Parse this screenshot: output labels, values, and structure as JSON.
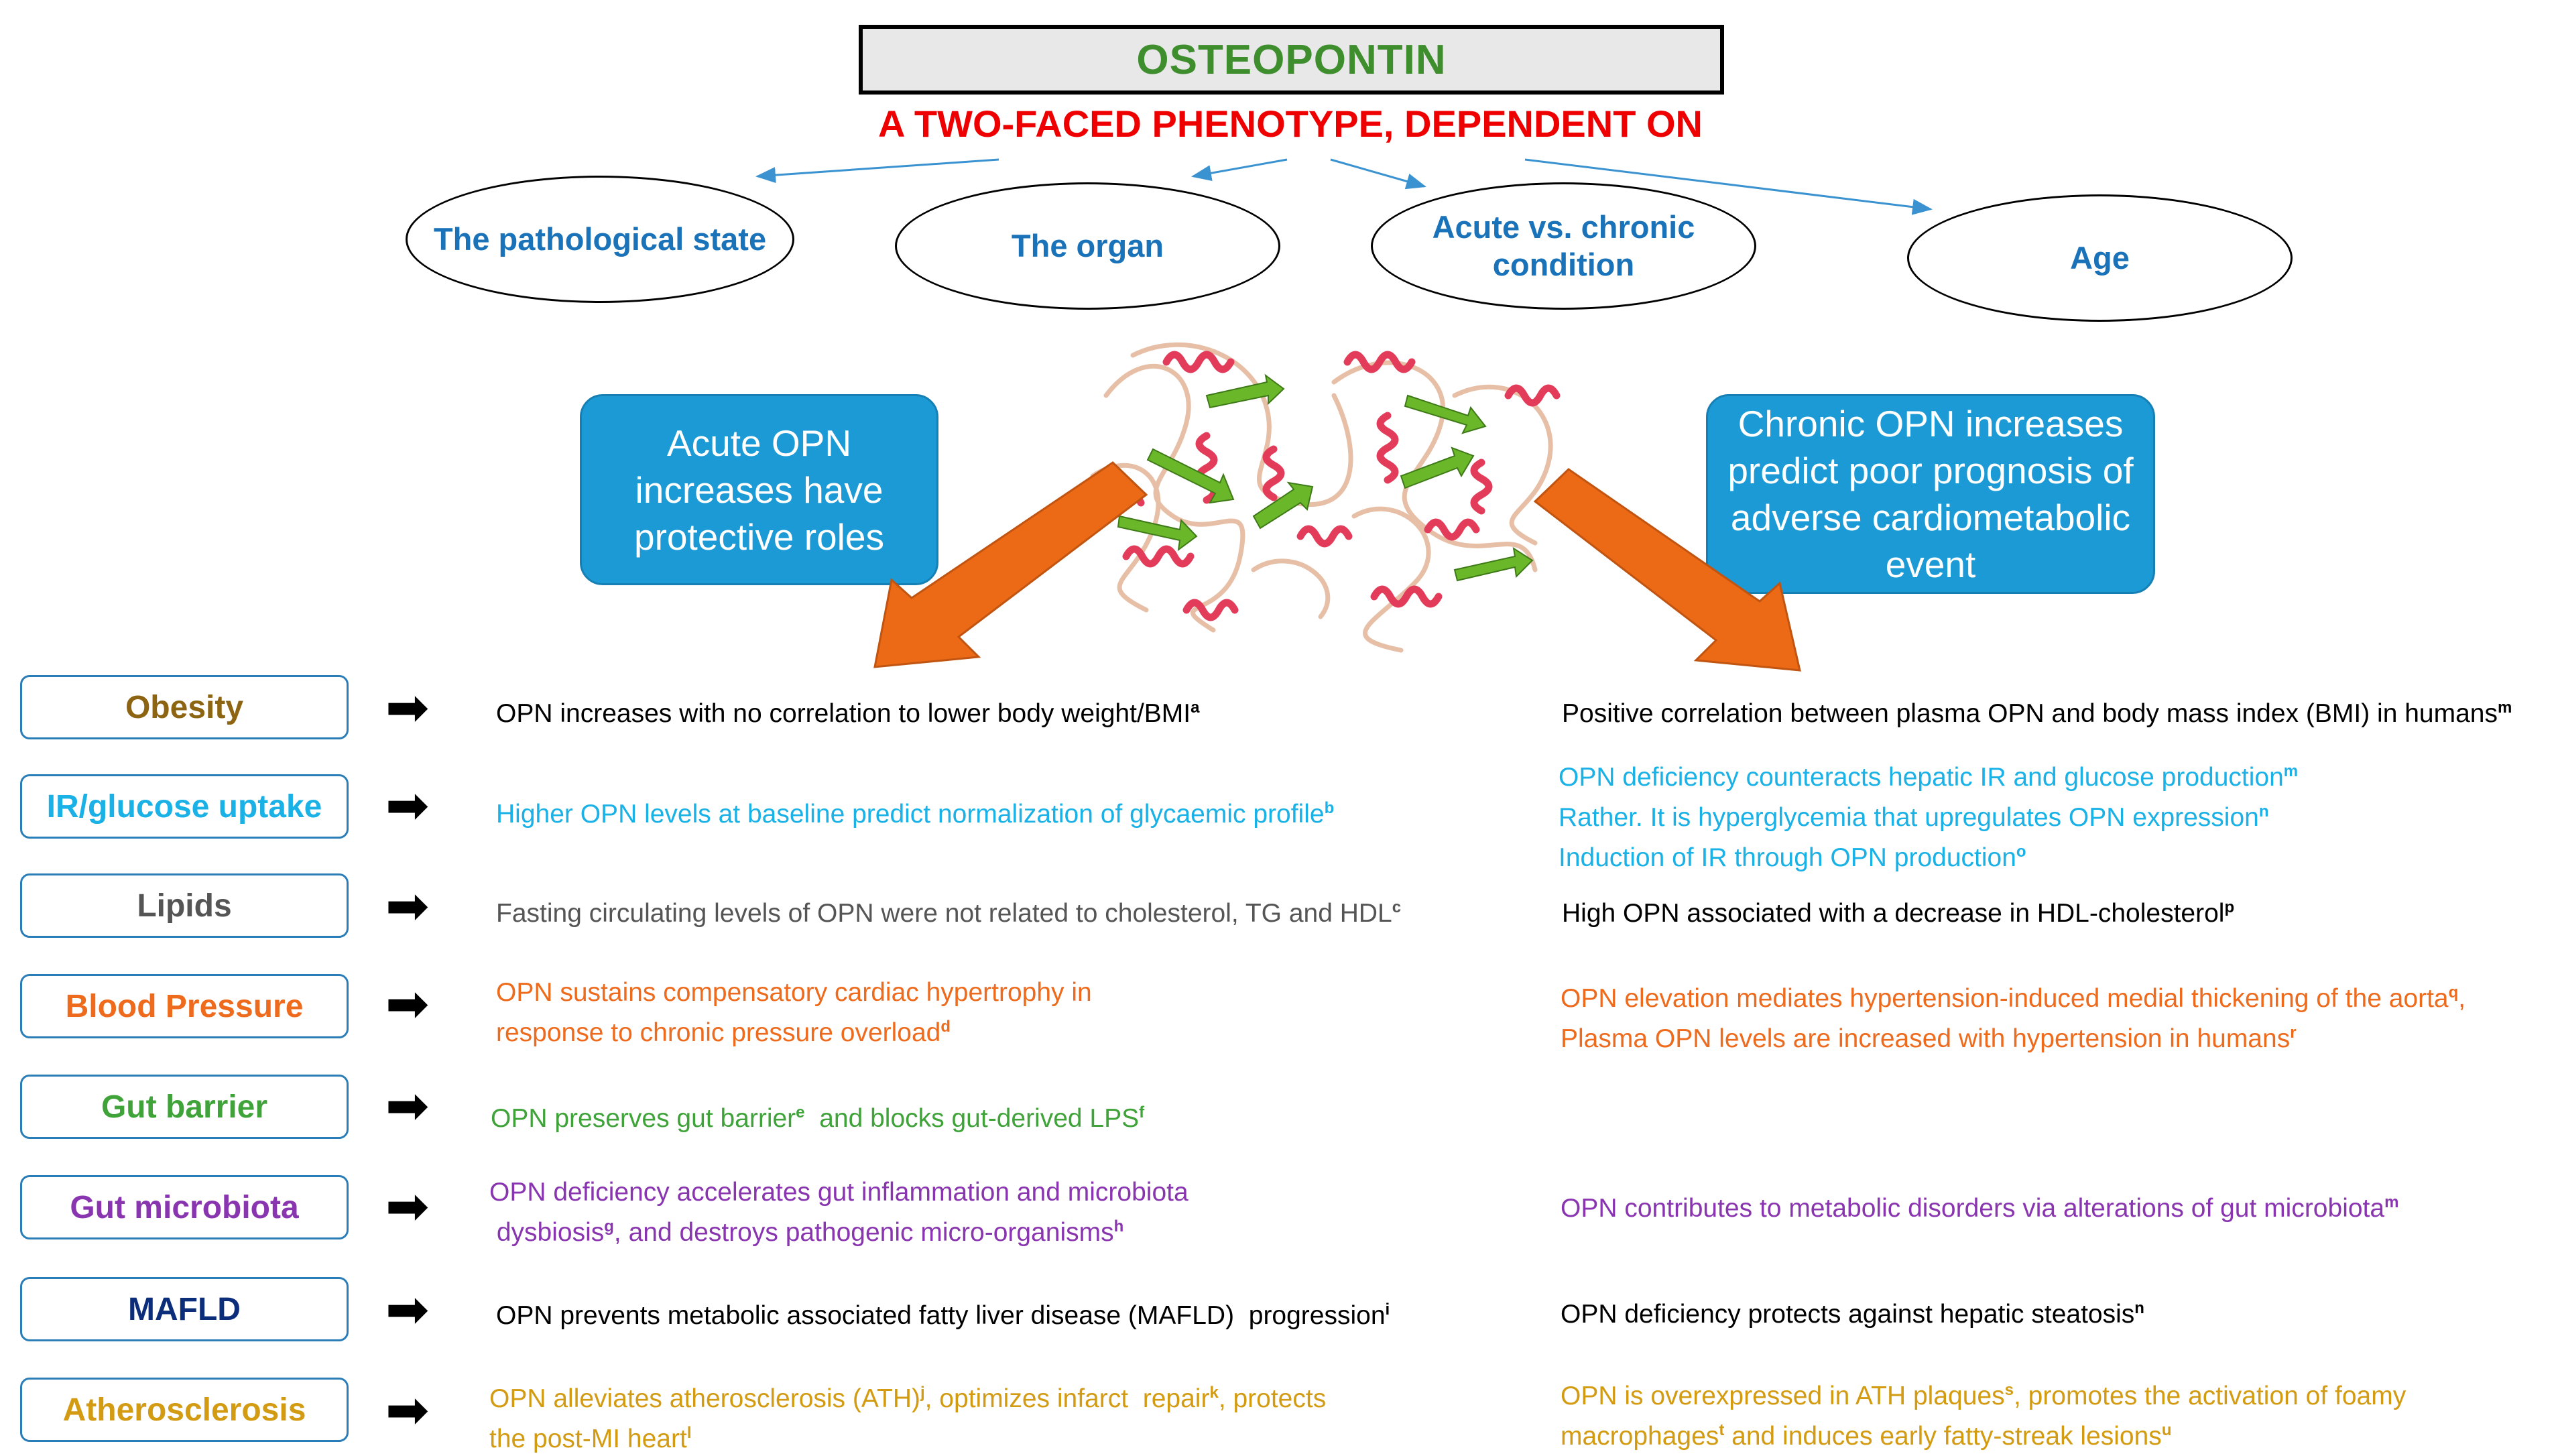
{
  "title": "OSTEOPONTIN",
  "subtitle": "A TWO-FACED PHENOTYPE, DEPENDENT ON",
  "factors": [
    "The pathological state",
    "The organ",
    "Acute vs. chronic condition",
    "Age"
  ],
  "acute_box": "Acute OPN increases have protective roles",
  "chronic_box": "Chronic OPN increases predict poor prognosis of adverse cardiometabolic  event",
  "rows": [
    {
      "category": "Obesity",
      "acute": [
        {
          "text": "OPN increases with no correlation to lower body weight/BMI",
          "sup": "a"
        }
      ],
      "chronic": [
        {
          "text": "Positive correlation between plasma OPN and body mass index (BMI) in humans",
          "sup": "m"
        }
      ]
    },
    {
      "category": "IR/glucose uptake",
      "acute": [
        {
          "text": "Higher OPN levels at baseline predict normalization of glycaemic profile",
          "sup": "b"
        }
      ],
      "chronic": [
        {
          "text": "OPN deficiency counteracts hepatic IR and glucose production",
          "sup": "m"
        },
        {
          "text": "Rather. It is hyperglycemia that upregulates OPN expression",
          "sup": "n"
        },
        {
          "text": "Induction of IR through OPN production",
          "sup": "o"
        }
      ]
    },
    {
      "category": "Lipids",
      "acute": [
        {
          "text": "Fasting circulating levels of OPN were not related to cholesterol, TG and HDL",
          "sup": "c"
        }
      ],
      "chronic": [
        {
          "text": "High OPN associated with a decrease in HDL-cholesterol",
          "sup": "p"
        }
      ]
    },
    {
      "category": "Blood Pressure",
      "acute": [
        {
          "text": "OPN sustains compensatory cardiac hypertrophy in",
          "sup": ""
        },
        {
          "text": "response to chronic pressure overload",
          "sup": "d"
        }
      ],
      "chronic": [
        {
          "text": "OPN elevation mediates hypertension-induced medial thickening of the aorta",
          "sup": "q",
          "after": ","
        },
        {
          "text": "Plasma OPN levels are increased with hypertension in humans",
          "sup": "r"
        }
      ]
    },
    {
      "category": "Gut barrier",
      "acute": [
        {
          "text": "OPN preserves gut barrier",
          "sup": "e",
          "after": "  and blocks gut-derived LPS",
          "sup2": "f"
        }
      ],
      "chronic": []
    },
    {
      "category": "Gut microbiota",
      "acute": [
        {
          "text": "OPN deficiency accelerates gut inflammation and microbiota",
          "sup": ""
        },
        {
          "text": " dysbiosis",
          "sup": "g",
          "after": ", and destroys pathogenic micro-organisms",
          "sup2": "h"
        }
      ],
      "chronic": [
        {
          "text": "OPN contributes to metabolic disorders via alterations of gut microbiota",
          "sup": "m"
        }
      ]
    },
    {
      "category": "MAFLD",
      "acute": [
        {
          "text": "OPN prevents metabolic associated fatty liver disease (MAFLD)  progression",
          "sup": "i"
        }
      ],
      "chronic": [
        {
          "text": "OPN deficiency protects against hepatic steatosis",
          "sup": "n"
        }
      ]
    },
    {
      "category": "Atherosclerosis",
      "acute": [
        {
          "text": "OPN alleviates atherosclerosis (ATH)",
          "sup": "j",
          "after": ", optimizes infarct  repair",
          "sup2": "k",
          "after2": ", protects"
        },
        {
          "text": "the post-MI heart",
          "sup": "l"
        }
      ],
      "chronic": [
        {
          "text": "OPN is overexpressed in ATH plaques",
          "sup": "s",
          "after": ", promotes the activation of foamy"
        },
        {
          "text": "macrophages",
          "sup": "t",
          "after": " and induces early fatty-streak lesions",
          "sup2": "u"
        }
      ]
    }
  ]
}
